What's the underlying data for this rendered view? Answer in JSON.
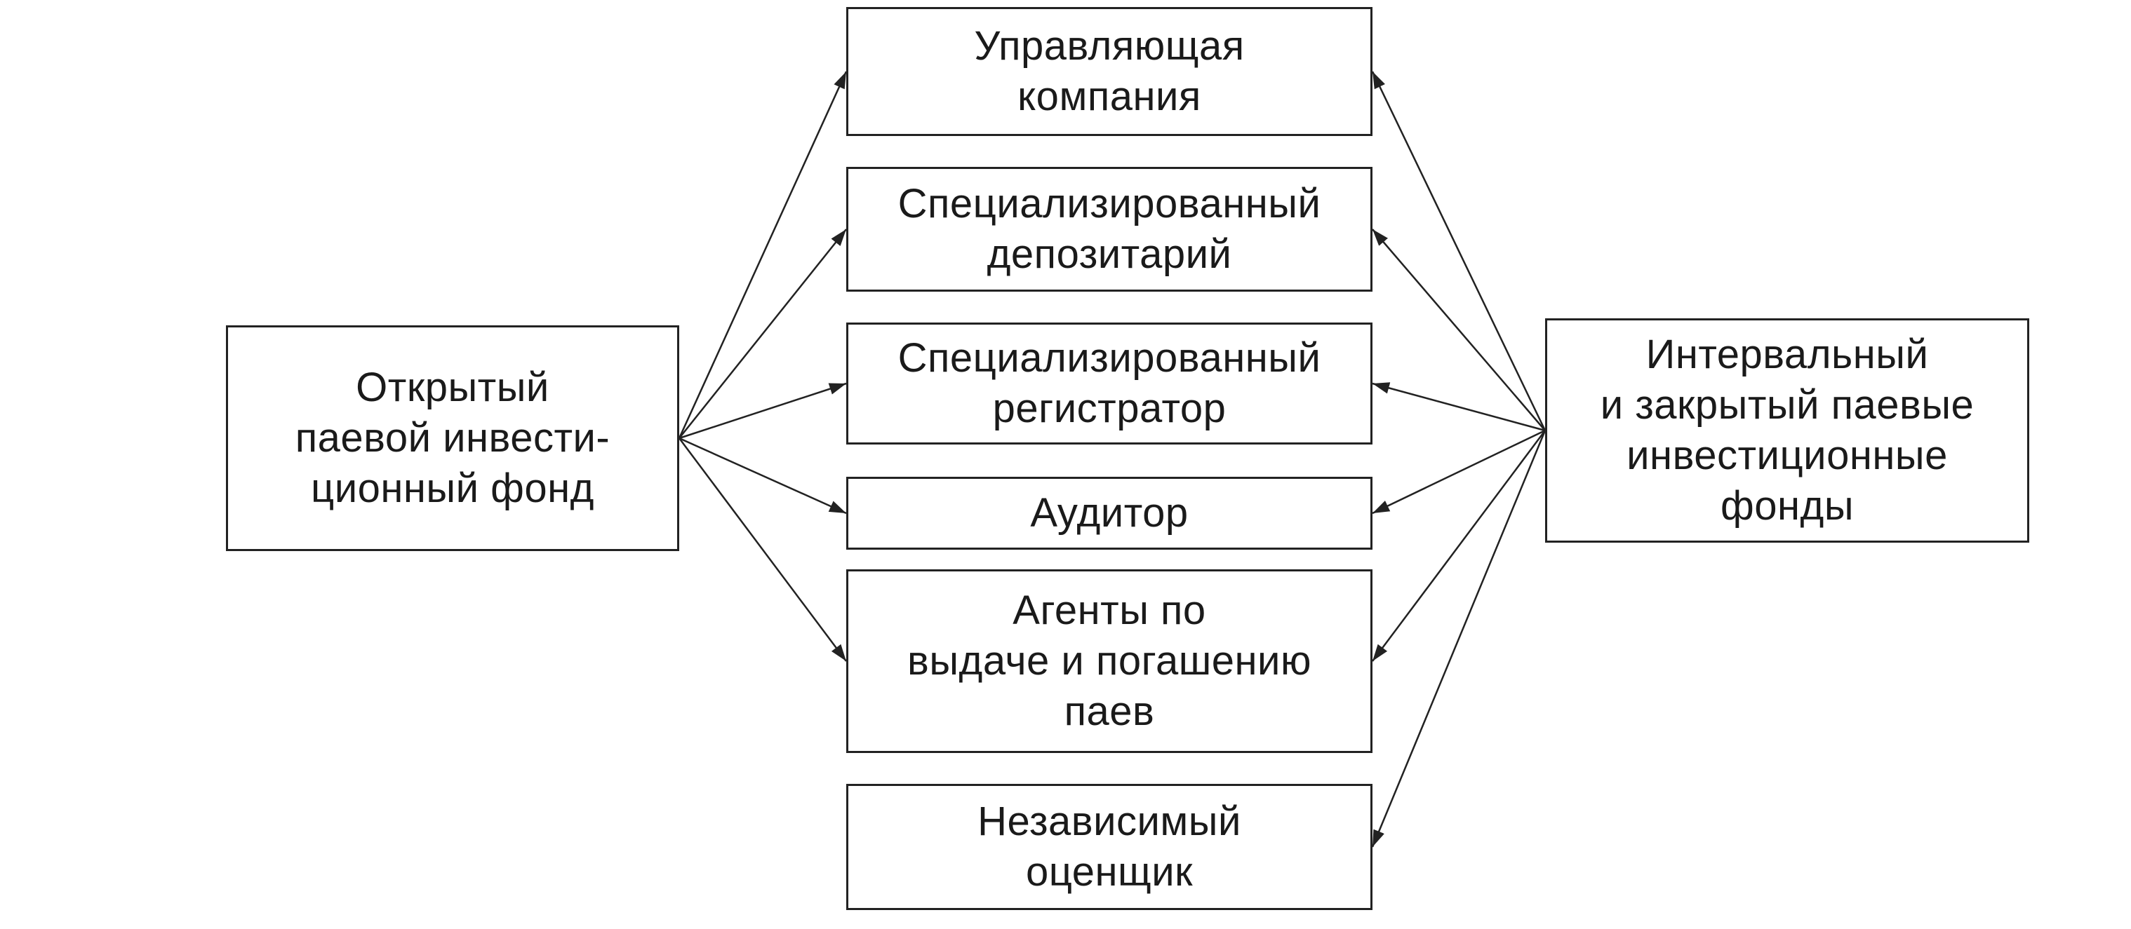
{
  "diagram": {
    "left_node": {
      "label": "Открытый\nпаевой инвести-\nционный фонд"
    },
    "right_node": {
      "label": "Интервальный\nи закрытый паевые\nинвестиционные\nфонды"
    },
    "center_nodes": [
      {
        "id": "management-company",
        "label": "Управляющая\nкомпания"
      },
      {
        "id": "specialized-depository",
        "label": "Специализированный\nдепозитарий"
      },
      {
        "id": "specialized-registrar",
        "label": "Специализированный\nрегистратор"
      },
      {
        "id": "auditor",
        "label": "Аудитор"
      },
      {
        "id": "issue-redemption-agents",
        "label": "Агенты по\nвыдаче и погашению\nпаев"
      },
      {
        "id": "independent-appraiser",
        "label": "Независимый\nоценщик"
      }
    ],
    "edges": [
      {
        "from": "left_node",
        "to": "management-company"
      },
      {
        "from": "left_node",
        "to": "specialized-depository"
      },
      {
        "from": "left_node",
        "to": "specialized-registrar"
      },
      {
        "from": "left_node",
        "to": "auditor"
      },
      {
        "from": "left_node",
        "to": "issue-redemption-agents"
      },
      {
        "from": "right_node",
        "to": "management-company"
      },
      {
        "from": "right_node",
        "to": "specialized-depository"
      },
      {
        "from": "right_node",
        "to": "specialized-registrar"
      },
      {
        "from": "right_node",
        "to": "auditor"
      },
      {
        "from": "right_node",
        "to": "issue-redemption-agents"
      },
      {
        "from": "right_node",
        "to": "independent-appraiser"
      }
    ]
  }
}
